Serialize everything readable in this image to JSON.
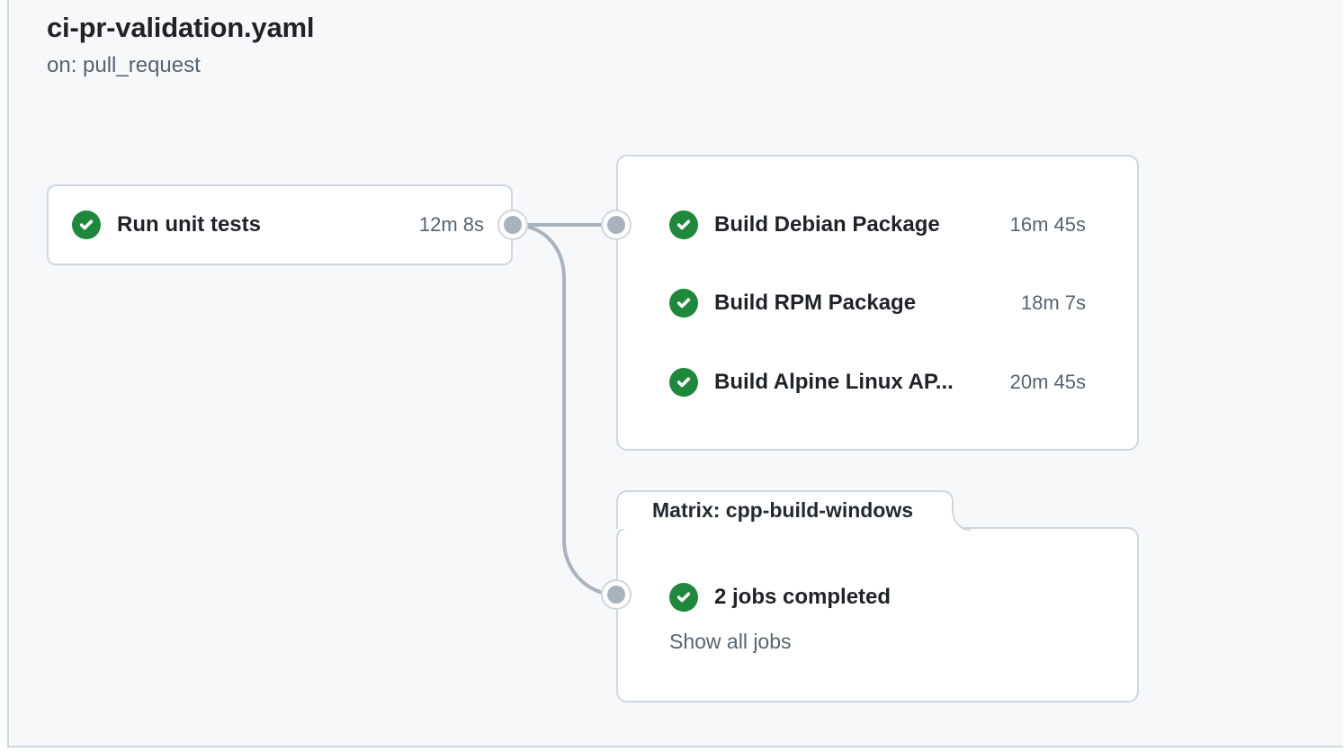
{
  "header": {
    "title": "ci-pr-validation.yaml",
    "trigger": "on: pull_request"
  },
  "graph": {
    "root_job": {
      "name": "Run unit tests",
      "duration": "12m 8s",
      "status": "success"
    },
    "build_group": {
      "jobs": [
        {
          "name": "Build Debian Package",
          "duration": "16m 45s",
          "status": "success"
        },
        {
          "name": "Build RPM Package",
          "duration": "18m 7s",
          "status": "success"
        },
        {
          "name": "Build Alpine Linux AP...",
          "duration": "20m 45s",
          "status": "success"
        }
      ]
    },
    "matrix_group": {
      "label": "Matrix: cpp-build-windows",
      "summary": "2 jobs completed",
      "status": "success",
      "show_all_label": "Show all jobs"
    }
  },
  "colors": {
    "success_green": "#1f883d",
    "canvas_bg": "#f6f8fa",
    "card_bg": "#ffffff",
    "card_border": "#d0d7de",
    "connector": "#a9b3be",
    "text_primary": "#1f2328",
    "text_secondary": "#59636e"
  }
}
